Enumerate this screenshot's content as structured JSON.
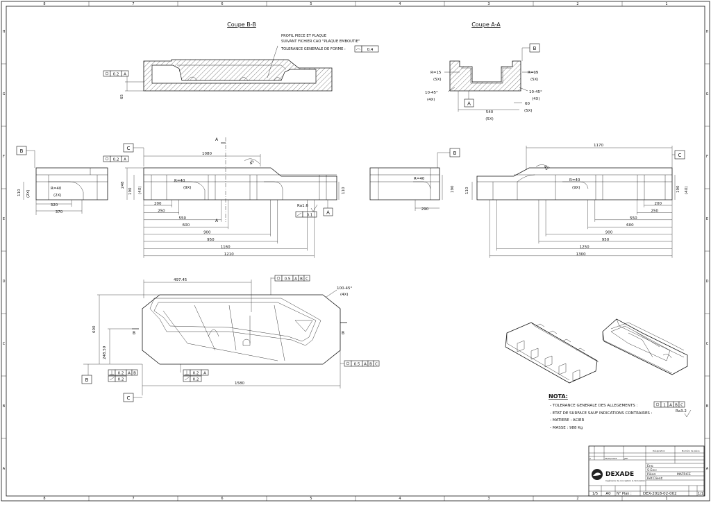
{
  "sections": {
    "bb_title": "Coupe B-B",
    "aa_title": "Coupe A-A"
  },
  "border": {
    "cols": [
      "8",
      "7",
      "6",
      "5",
      "4",
      "3",
      "2",
      "1"
    ],
    "rows": [
      "H",
      "G",
      "F",
      "E",
      "D",
      "C",
      "B",
      "A"
    ]
  },
  "notes_bb": {
    "line1": "PROFIL PIECE ET PLAQUE",
    "line2": "SUIVANT FICHIER CAO \"PLAQUE EMBOUTIE\"",
    "line3": "TOLERANCE GENERALE DE FORME :",
    "form_tol": "0.4"
  },
  "bb_view": {
    "pos_tol": "0.2",
    "pos_ref": "A",
    "height": "65"
  },
  "aa_view": {
    "datum": "B",
    "datum_a": "A",
    "r_left": "R=15",
    "r_left_qty": "(5X)",
    "ch_left": "10-45°",
    "ch_left_qty": "(4X)",
    "r_right": "R=15",
    "r_right_qty": "(5X)",
    "ch_right": "10-45°",
    "ch_right_qty": "(4X)",
    "d60": "60",
    "d60_qty": "(5X)",
    "d540": "540",
    "d540_qty": "(5X)"
  },
  "left_view": {
    "datum": "B",
    "h110": "110",
    "h110_qty": "(2X)",
    "radius": "R=40",
    "radius_qty": "(2X)",
    "d320": "320",
    "d370": "370"
  },
  "front_view": {
    "datum_c": "C",
    "pos_tol": "0.2",
    "pos_ref": "A",
    "d1080": "1080",
    "angle": "45",
    "section_a": "A",
    "h248": "248",
    "h190": "190",
    "h190_qty": "(4X)",
    "radius": "R=40",
    "radius_qty": "(9X)",
    "h110": "110",
    "roughness": "Ra1.6",
    "flat_tol": "0.1",
    "datum_a": "A",
    "dims": [
      "200",
      "250",
      "550",
      "600",
      "900",
      "950",
      "1160",
      "1210"
    ]
  },
  "mid_view": {
    "datum": "B",
    "radius": "R=40",
    "h190": "190",
    "d290": "290"
  },
  "right_view": {
    "datum_c": "C",
    "d1170": "1170",
    "angle": "45",
    "radius": "R=40",
    "radius_qty": "(9X)",
    "h110": "110",
    "h190": "190",
    "h190_qty": "(4X)",
    "dims": [
      "200",
      "250",
      "550",
      "600",
      "900",
      "950",
      "1250",
      "1300"
    ]
  },
  "plan_view": {
    "d497": "497.45",
    "prof_tol": "0.5",
    "prof_refs": [
      "A",
      "B",
      "C"
    ],
    "chamfer": "100-45°",
    "chamfer_qty": "(4X)",
    "h600": "600",
    "h248": "248.59",
    "sec_b": "B",
    "datum_b": "B",
    "datum_c": "C",
    "perp_tol": "0.2",
    "perp_refs": [
      "A",
      "B"
    ],
    "flat_tol": "0.2",
    "perp2_tol": "0.2",
    "perp2_ref": "A",
    "flat2_tol": "0.2",
    "d1580": "1580",
    "prof2_tol": "0.5",
    "prof2_refs": [
      "A",
      "B",
      "C"
    ]
  },
  "nota": {
    "title": "NOTA:",
    "items": [
      "- TOLERANCE GENERALE DES ALLEGEMENTS :",
      "- ETAT DE SURFACE SAUF INDICATIONS CONTRAIRES :",
      "- MATIERE : ACIER",
      "- MASSE : 988 Kg"
    ],
    "tol_value": "1",
    "tol_refs": [
      "A",
      "B",
      "C"
    ],
    "roughness": "Ra3.2"
  },
  "title_block": {
    "company": "DEXADE",
    "company_sub": "Ingénierie de conception & Simulation",
    "scale": "1/5",
    "format": "A0",
    "plan_label": "N° Plan :",
    "plan_no": "DEX-2018-02-002",
    "sheet": "1/1",
    "ens_label": "Ens:",
    "sens_label": "S-Ens:",
    "piece_label": "Pièce:",
    "piece": "MATRICE",
    "ref_label": "Réf.Client:",
    "designation_label": "Désignation",
    "num_label": "Numéro de pièce",
    "rev": "A",
    "date": "06/02/2018",
    "author": "JRD"
  }
}
